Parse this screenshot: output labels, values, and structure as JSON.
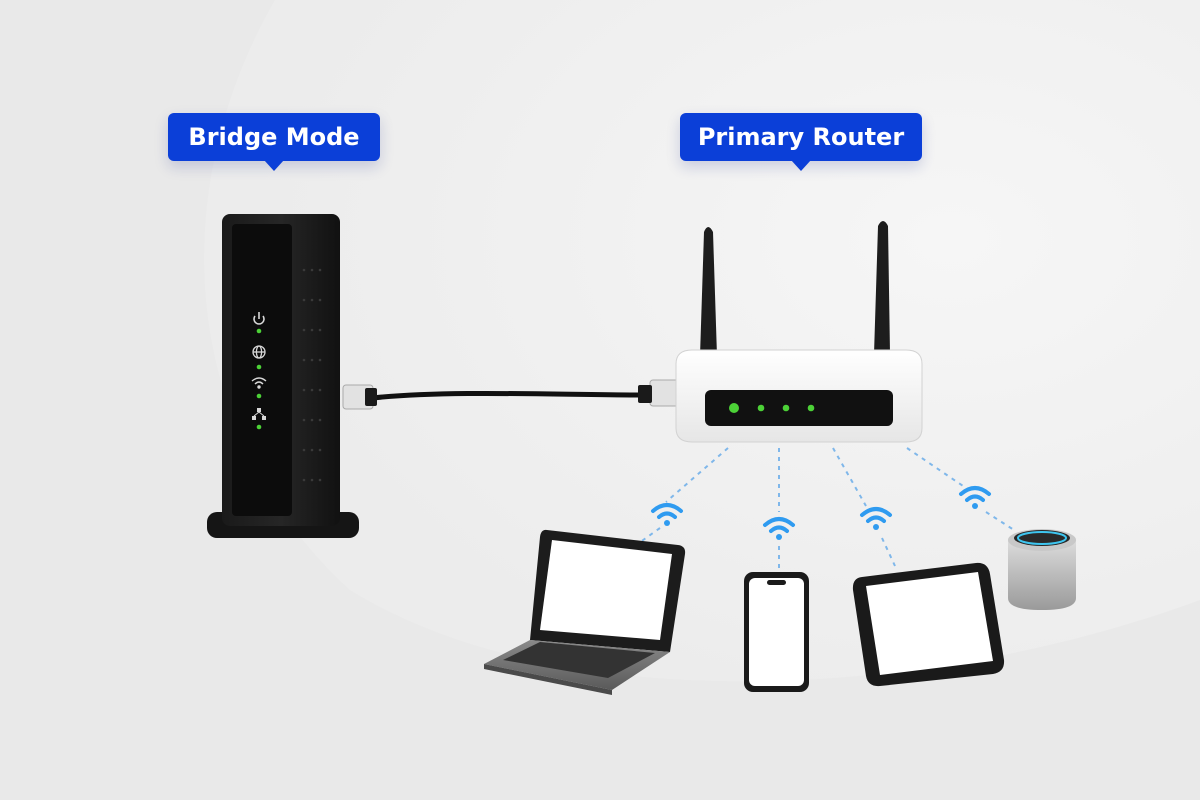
{
  "labels": {
    "bridge": "Bridge Mode",
    "router": "Primary Router"
  },
  "colors": {
    "accent": "#0b3fd8",
    "led_green": "#4cd137",
    "wifi_blue": "#2f9bf0",
    "background": "#ebebeb"
  },
  "icons": {
    "modem_leds": [
      "power-icon",
      "globe-icon",
      "wifi-icon",
      "network-icon"
    ],
    "wifi_signal": "wifi-icon"
  },
  "devices": [
    "laptop",
    "smartphone",
    "tablet",
    "smart-speaker"
  ]
}
